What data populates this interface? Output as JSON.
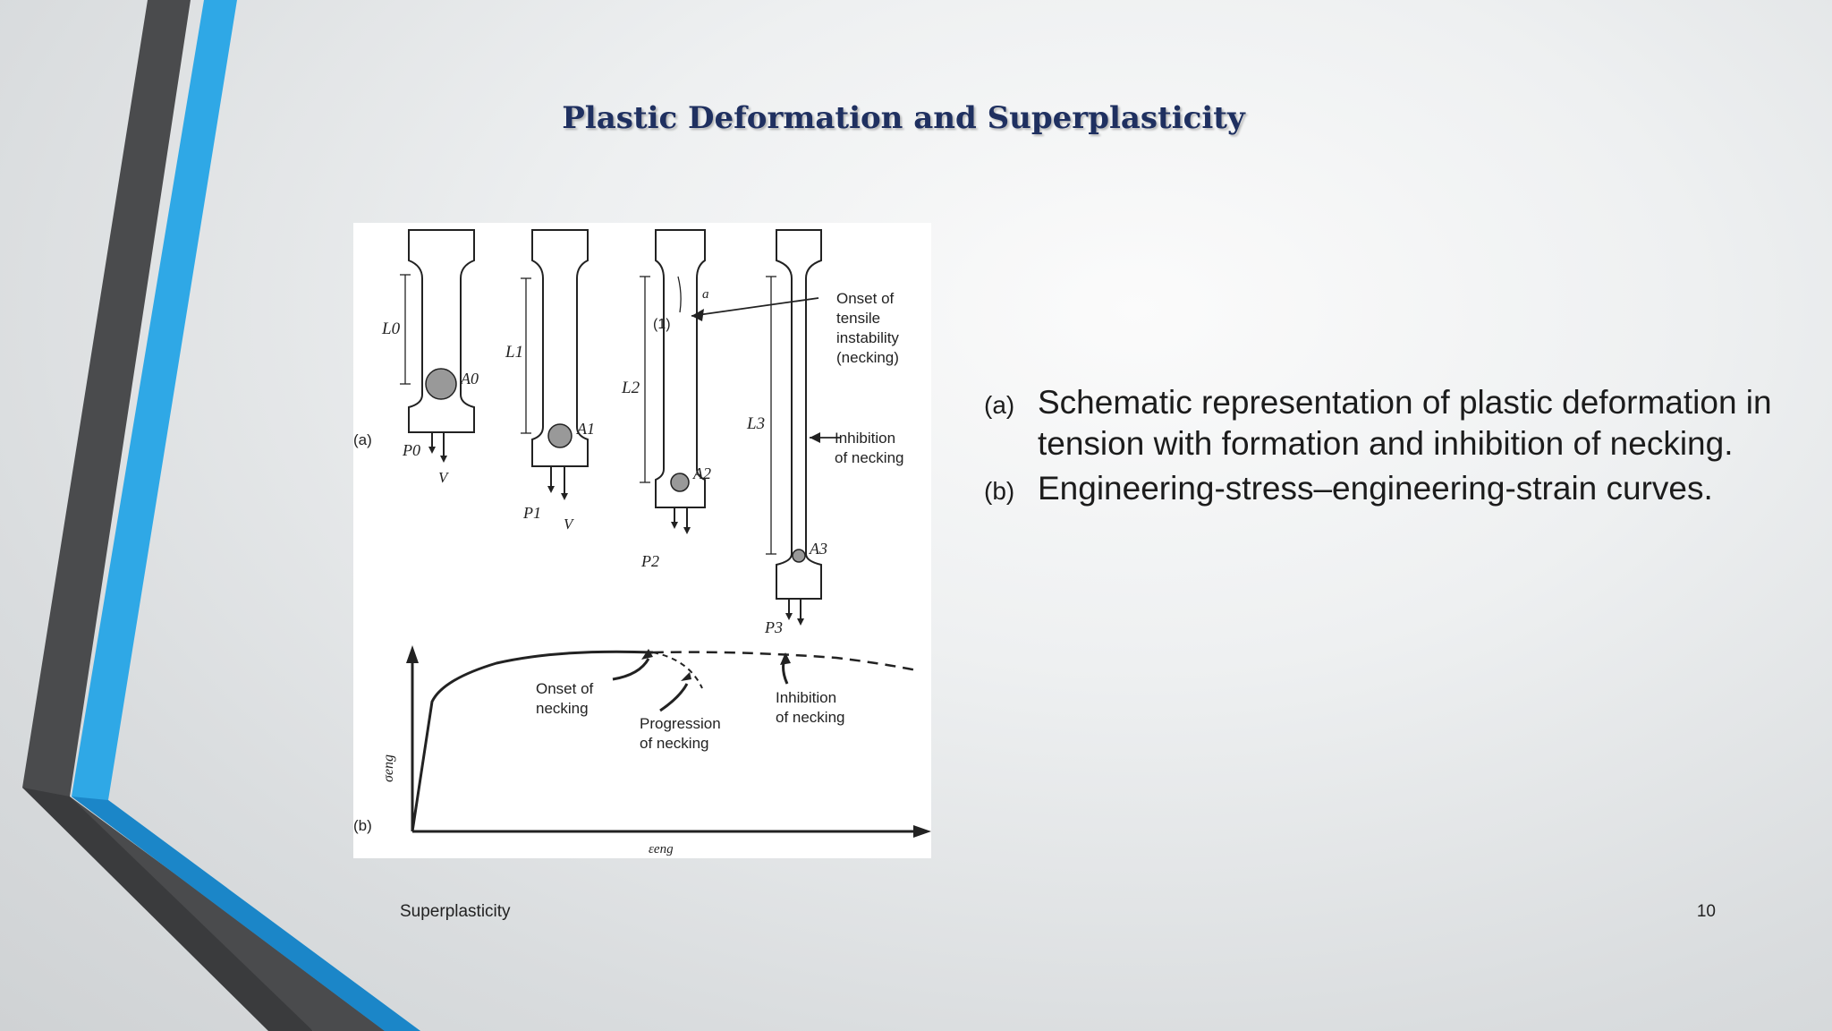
{
  "slide": {
    "title": "Plastic Deformation and Superplasticity",
    "footer_left": "Superplasticity",
    "page_number": "10",
    "accent_colors": {
      "dark": "#4a4b4d",
      "blue": "#2fa8e6",
      "deep_blue": "#1b86c8"
    }
  },
  "bullets": [
    {
      "marker": "(a)",
      "text": "Schematic representation of plastic deformation in tension with formation and inhibition of necking."
    },
    {
      "marker": "(b)",
      "text": "Engineering-stress–engineering-strain curves."
    }
  ],
  "figure": {
    "panel_a": "(a)",
    "panel_b": "(b)",
    "lengths": [
      "L0",
      "L1",
      "L2",
      "L3"
    ],
    "areas": [
      "A0",
      "A1",
      "A2",
      "A3"
    ],
    "loads": [
      "P0",
      "P1",
      "P2",
      "P3"
    ],
    "velocity": "V",
    "small_labels": [
      "a",
      "(1)"
    ],
    "onset_tensile": [
      "Onset of",
      "tensile",
      "instability",
      "(necking)"
    ],
    "inhibition_a": [
      "Inhibition",
      "of necking"
    ],
    "onset_necking": [
      "Onset of",
      "necking"
    ],
    "progression": [
      "Progression",
      "of necking"
    ],
    "inhibition_b": [
      "Inhibition",
      "of necking"
    ],
    "y_axis": "σeng",
    "x_axis": "εeng"
  }
}
